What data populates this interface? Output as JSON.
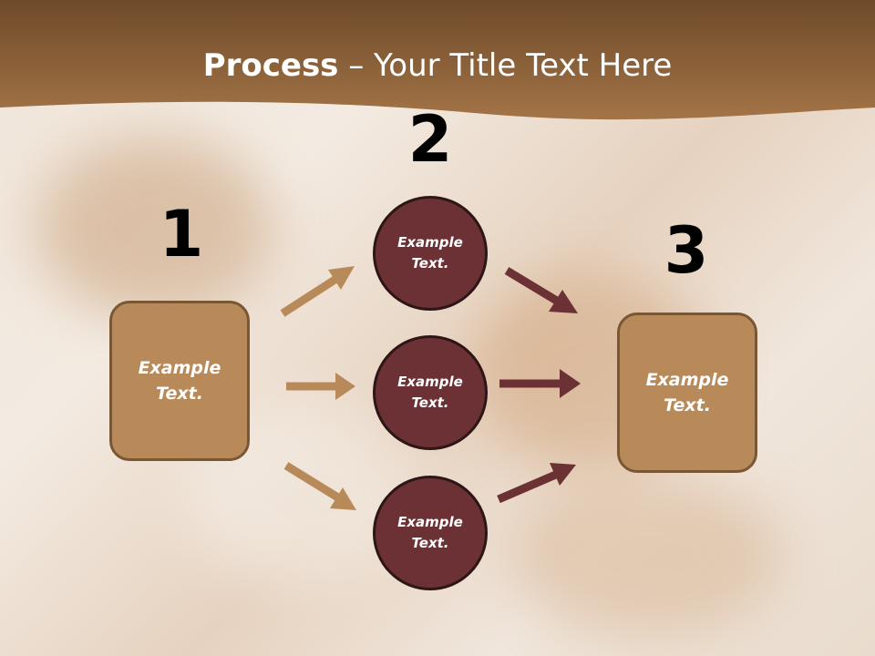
{
  "title": {
    "bold": "Process",
    "rest": " – Your Title Text Here"
  },
  "colors": {
    "header": "#8b6138",
    "box_fill": "#b88a5a",
    "box_border": "#7a5734",
    "circle_fill": "#6b3135",
    "circle_border": "#2e1516",
    "arrow_left": "#b88a5a",
    "arrow_right": "#6b3135"
  },
  "steps": {
    "one": {
      "number": "1",
      "text": "Example Text."
    },
    "two": {
      "number": "2",
      "items": [
        "Example Text.",
        "Example Text.",
        "Example Text."
      ]
    },
    "three": {
      "number": "3",
      "text": "Example Text."
    }
  }
}
